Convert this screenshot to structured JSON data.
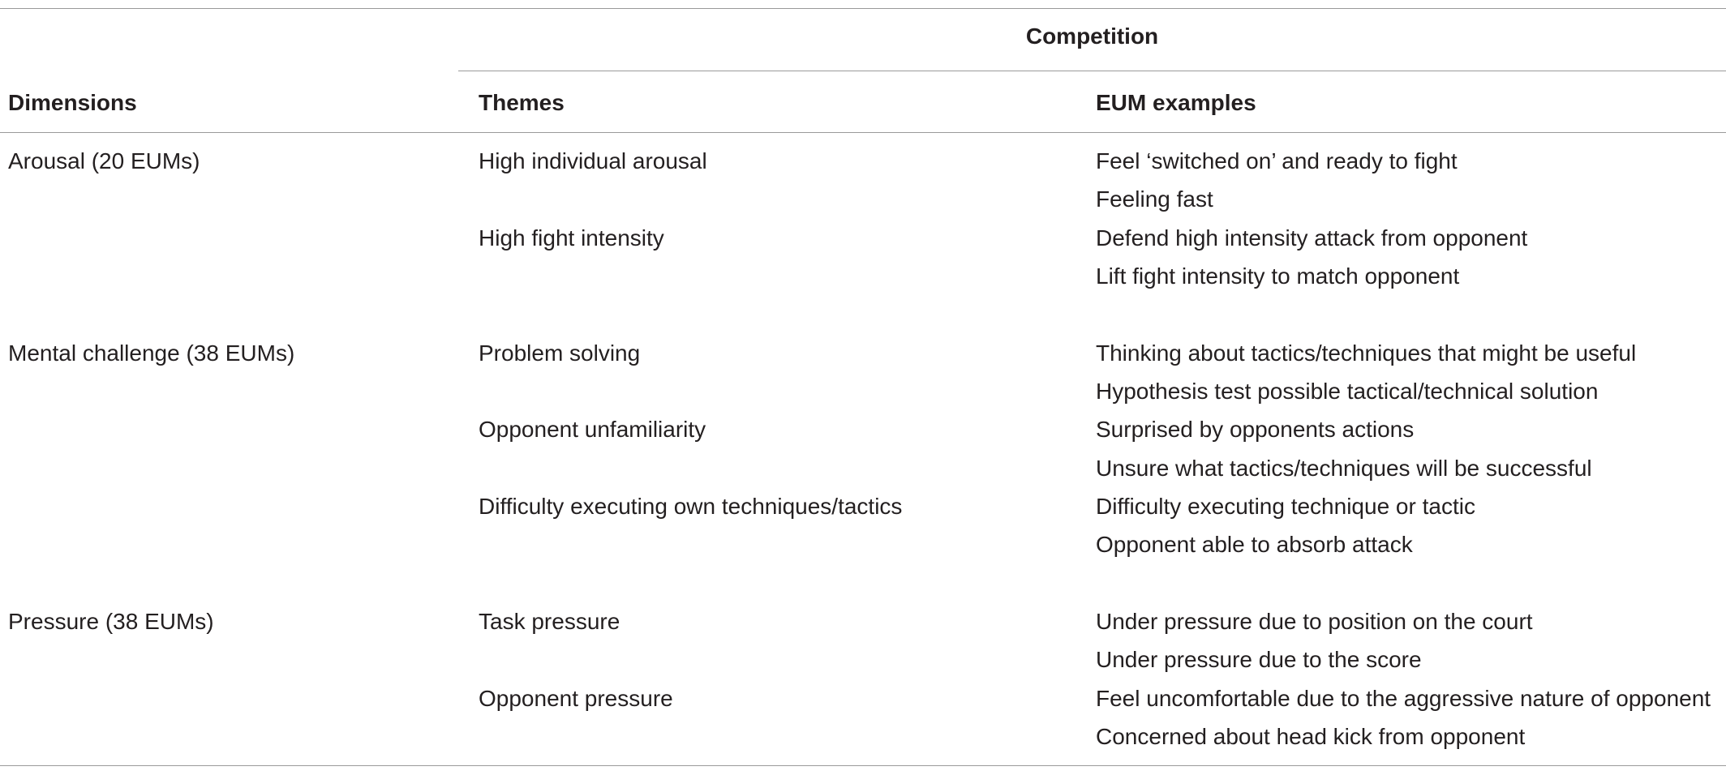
{
  "table": {
    "group_header": "Competition",
    "headers": {
      "dimensions": "Dimensions",
      "themes": "Themes",
      "examples": "EUM examples"
    },
    "dimensions": [
      {
        "label": "Arousal (20 EUMs)",
        "themes": [
          {
            "label": "High individual arousal",
            "examples": [
              "Feel ‘switched on’ and ready to fight",
              "Feeling fast"
            ]
          },
          {
            "label": "High fight intensity",
            "examples": [
              "Defend high intensity attack from opponent",
              "Lift fight intensity to match opponent"
            ]
          }
        ]
      },
      {
        "label": "Mental challenge (38 EUMs)",
        "themes": [
          {
            "label": "Problem solving",
            "examples": [
              "Thinking about tactics/techniques that might be useful",
              "Hypothesis test possible tactical/technical solution"
            ]
          },
          {
            "label": "Opponent unfamiliarity",
            "examples": [
              "Surprised by opponents actions",
              "Unsure what tactics/techniques will be successful"
            ]
          },
          {
            "label": "Difficulty executing own techniques/tactics",
            "examples": [
              "Difficulty executing technique or tactic",
              "Opponent able to absorb attack"
            ]
          }
        ]
      },
      {
        "label": "Pressure (38 EUMs)",
        "themes": [
          {
            "label": "Task pressure",
            "examples": [
              "Under pressure due to position on the court",
              "Under pressure due to the score"
            ]
          },
          {
            "label": "Opponent pressure",
            "examples": [
              "Feel uncomfortable due to the aggressive nature of opponent",
              "Concerned about head kick from opponent"
            ]
          }
        ]
      }
    ]
  }
}
